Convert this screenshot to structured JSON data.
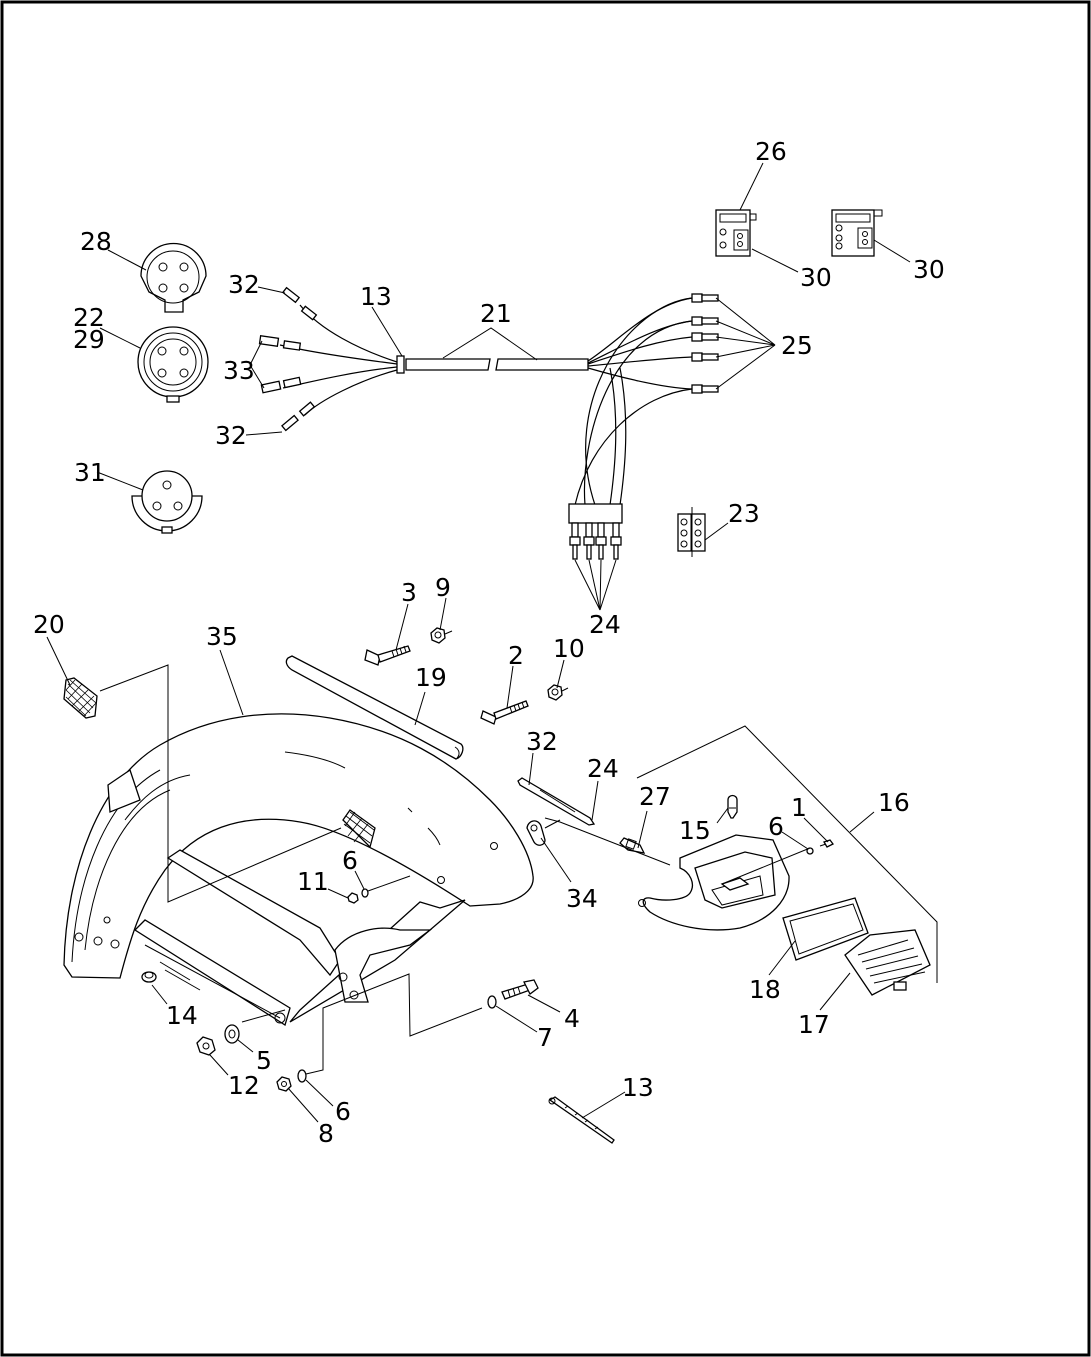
{
  "callouts": [
    {
      "id": "c26",
      "text": "26"
    },
    {
      "id": "c30a",
      "text": "30"
    },
    {
      "id": "c30b",
      "text": "30"
    },
    {
      "id": "c28",
      "text": "28"
    },
    {
      "id": "c32a",
      "text": "32"
    },
    {
      "id": "c13a",
      "text": "13"
    },
    {
      "id": "c21",
      "text": "21"
    },
    {
      "id": "c25",
      "text": "25"
    },
    {
      "id": "c22",
      "text": "22"
    },
    {
      "id": "c29",
      "text": "29"
    },
    {
      "id": "c33",
      "text": "33"
    },
    {
      "id": "c32b",
      "text": "32"
    },
    {
      "id": "c31",
      "text": "31"
    },
    {
      "id": "c23",
      "text": "23"
    },
    {
      "id": "c3",
      "text": "3"
    },
    {
      "id": "c9",
      "text": "9"
    },
    {
      "id": "c24a",
      "text": "24"
    },
    {
      "id": "c20",
      "text": "20"
    },
    {
      "id": "c35",
      "text": "35"
    },
    {
      "id": "c2",
      "text": "2"
    },
    {
      "id": "c10",
      "text": "10"
    },
    {
      "id": "c19",
      "text": "19"
    },
    {
      "id": "c32c",
      "text": "32"
    },
    {
      "id": "c24b",
      "text": "24"
    },
    {
      "id": "c27",
      "text": "27"
    },
    {
      "id": "c1",
      "text": "1"
    },
    {
      "id": "c16",
      "text": "16"
    },
    {
      "id": "c15",
      "text": "15"
    },
    {
      "id": "c6a",
      "text": "6"
    },
    {
      "id": "c6b",
      "text": "6"
    },
    {
      "id": "c11",
      "text": "11"
    },
    {
      "id": "c34",
      "text": "34"
    },
    {
      "id": "c18",
      "text": "18"
    },
    {
      "id": "c17",
      "text": "17"
    },
    {
      "id": "c14",
      "text": "14"
    },
    {
      "id": "c4",
      "text": "4"
    },
    {
      "id": "c7",
      "text": "7"
    },
    {
      "id": "c5",
      "text": "5"
    },
    {
      "id": "c12",
      "text": "12"
    },
    {
      "id": "c6c",
      "text": "6"
    },
    {
      "id": "c8",
      "text": "8"
    },
    {
      "id": "c13b",
      "text": "13"
    }
  ]
}
